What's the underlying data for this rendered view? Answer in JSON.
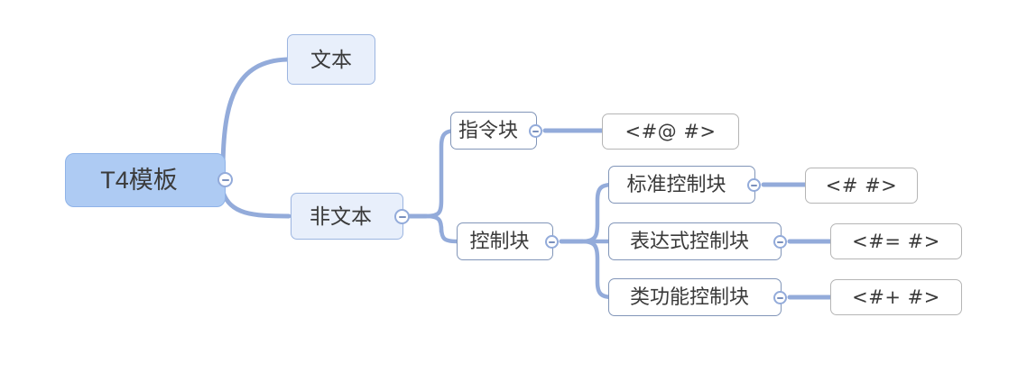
{
  "diagram": {
    "type": "mindmap",
    "title": "T4模板",
    "accent_color": "#93abda",
    "root_fill": "#aecbf3",
    "branch_fill": "#e8effb",
    "leaf_fill": "#ffffff",
    "edge_color": "#93abda"
  },
  "nodes": {
    "root": {
      "label": "T4模板",
      "collapse_icon": "collapse-minus-icon"
    },
    "text": {
      "label": "文本"
    },
    "nontext": {
      "label": "非文本",
      "collapse_icon": "collapse-minus-icon"
    },
    "directive_block": {
      "label": "指令块",
      "collapse_icon": "collapse-minus-icon"
    },
    "control_block": {
      "label": "控制块",
      "collapse_icon": "collapse-minus-icon"
    },
    "standard_control": {
      "label": "标准控制块",
      "collapse_icon": "collapse-minus-icon"
    },
    "expression_control": {
      "label": "表达式控制块",
      "collapse_icon": "collapse-minus-icon"
    },
    "class_feature_control": {
      "label": "类功能控制块",
      "collapse_icon": "collapse-minus-icon"
    },
    "directive_syntax": {
      "label": "<#@ #>"
    },
    "standard_syntax": {
      "label": "<# #>"
    },
    "expression_syntax": {
      "label": "<#= #>"
    },
    "class_feature_syntax": {
      "label": "<#+ #>"
    }
  }
}
